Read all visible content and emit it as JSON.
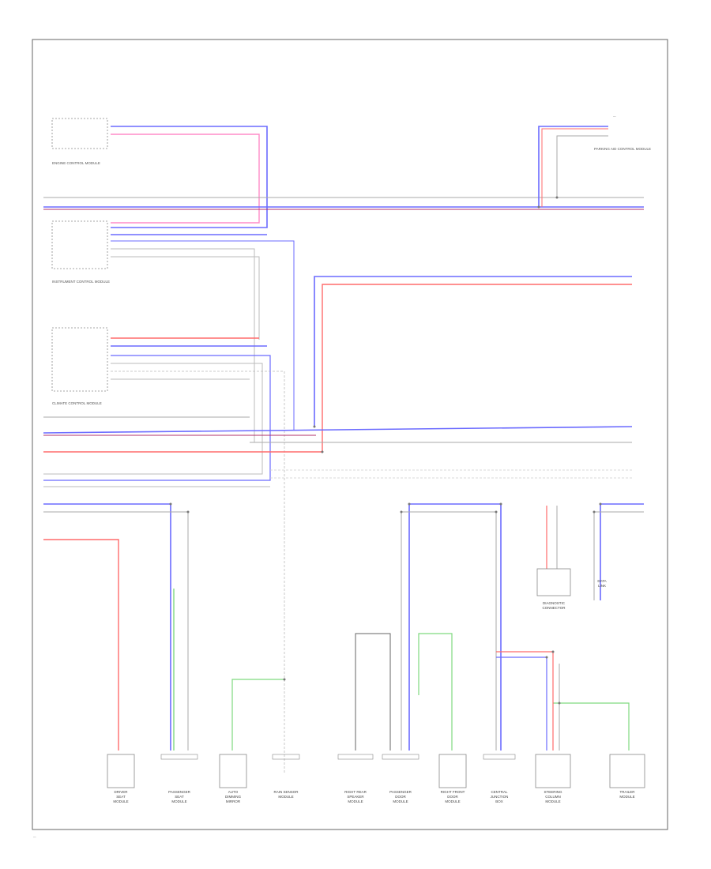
{
  "diagram": {
    "page_ref": "—",
    "corner_label": "—",
    "colors": {
      "blue": "#6b6bff",
      "red": "#ff6b6b",
      "pink": "#ff8cc8",
      "green": "#7fd97f",
      "gray": "#9a9a9a",
      "frame": "#555555"
    },
    "modules": [
      {
        "name": "engine-control-module",
        "label": "ENGINE CONTROL MODULE"
      },
      {
        "name": "instrument-control-module",
        "label": "INSTRUMENT CONTROL MODULE"
      },
      {
        "name": "climate-control-module",
        "label": "CLIMATE CONTROL MODULE"
      },
      {
        "name": "parking-aid-module",
        "label": "PARKING AID CONTROL MODULE"
      }
    ],
    "components": [
      {
        "name": "comp-1",
        "lines": [
          "DRIVER",
          "SEAT",
          "MODULE"
        ]
      },
      {
        "name": "comp-2",
        "lines": [
          "PASSENGER",
          "SEAT",
          "MODULE"
        ]
      },
      {
        "name": "comp-3",
        "lines": [
          "AUTO",
          "DIMMING",
          "MIRROR"
        ]
      },
      {
        "name": "comp-4",
        "lines": [
          "RAIN SENSOR",
          "MODULE"
        ]
      },
      {
        "name": "comp-5",
        "lines": [
          "RIGHT REAR",
          "SPEAKER",
          "MODULE"
        ]
      },
      {
        "name": "comp-6",
        "lines": [
          "PASSENGER",
          "DOOR",
          "MODULE"
        ]
      },
      {
        "name": "comp-7",
        "lines": [
          "RIGHT FRONT",
          "DOOR",
          "MODULE"
        ]
      },
      {
        "name": "comp-8",
        "lines": [
          "CENTRAL",
          "JUNCTION",
          "BOX"
        ]
      },
      {
        "name": "comp-9",
        "lines": [
          "STEERING",
          "COLUMN",
          "MODULE"
        ]
      },
      {
        "name": "comp-10",
        "lines": [
          "TRAILER",
          "MODULE"
        ]
      }
    ],
    "side_components": [
      {
        "name": "side-comp-1",
        "lines": [
          "DIAGNOSTIC",
          "CONNECTOR"
        ]
      },
      {
        "name": "side-comp-2",
        "lines": [
          "DATA",
          "LINK"
        ]
      }
    ]
  }
}
